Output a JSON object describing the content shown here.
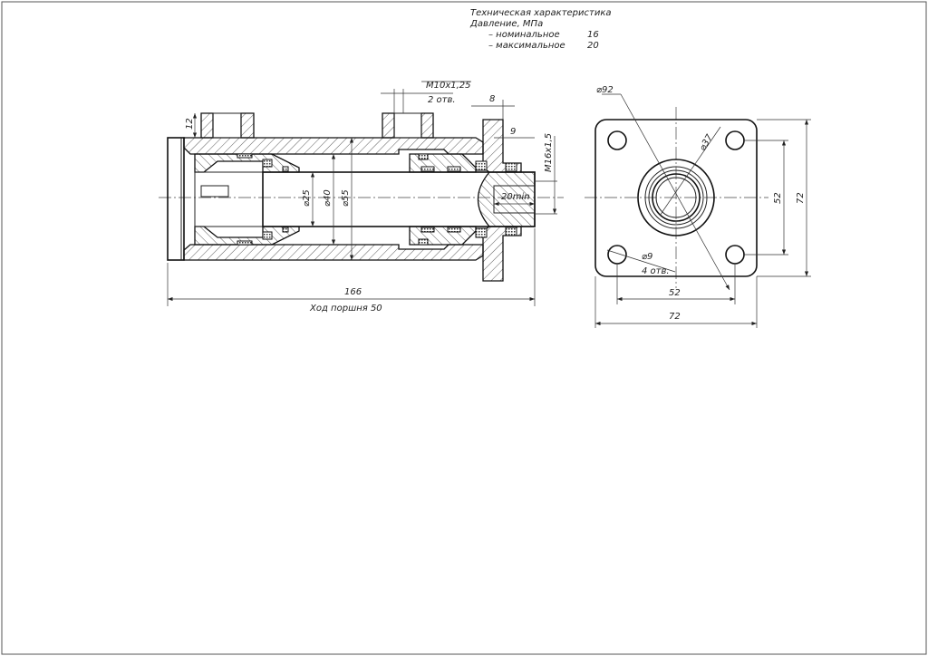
{
  "spec": {
    "title": "Техническая характеристика",
    "pressure": "Давление, МПа",
    "nominal_label": "– номинальное",
    "nominal_value": "16",
    "max_label": "– максимальное",
    "max_value": "20"
  },
  "section_view": {
    "port_height": "12",
    "port_thread": "M10x1,25",
    "port_count": "2 отв.",
    "flange_width": "8",
    "flange_offset": "9",
    "rod_thread": "M16x1,5",
    "thread_depth": "20min",
    "rod_dia": "⌀25",
    "piston_dia": "⌀40",
    "bore_dia": "⌀55",
    "length": "166",
    "stroke": "Ход поршня 50"
  },
  "end_view": {
    "outer_dia": "⌀92",
    "rod_bore_dia": "⌀37",
    "hole_dia": "⌀9",
    "hole_count": "4 отв.",
    "hole_spacing_h": "52",
    "width": "72",
    "hole_spacing_v": "52",
    "height": "72"
  }
}
